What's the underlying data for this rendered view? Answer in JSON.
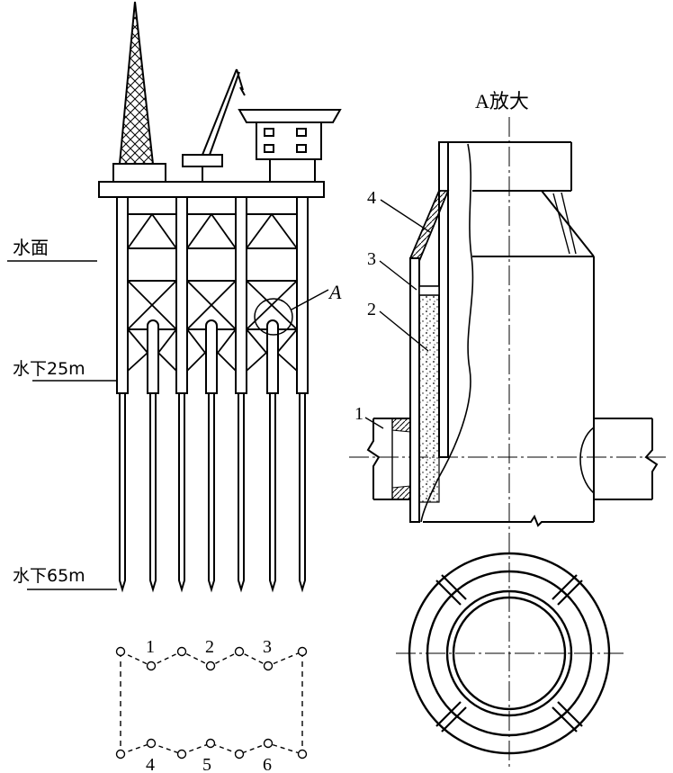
{
  "labels": {
    "water_surface": "水面",
    "depth_25": "水下25m",
    "depth_65": "水下65m",
    "detail_marker": "A",
    "detail_title": "A放大",
    "callout_1": "1",
    "callout_2": "2",
    "callout_3": "3",
    "callout_4": "4"
  },
  "pile_plan": {
    "top_labels": [
      "1",
      "2",
      "3"
    ],
    "bottom_labels": [
      "4",
      "5",
      "6"
    ]
  },
  "colors": {
    "ink": "#000000",
    "paper": "#ffffff"
  }
}
